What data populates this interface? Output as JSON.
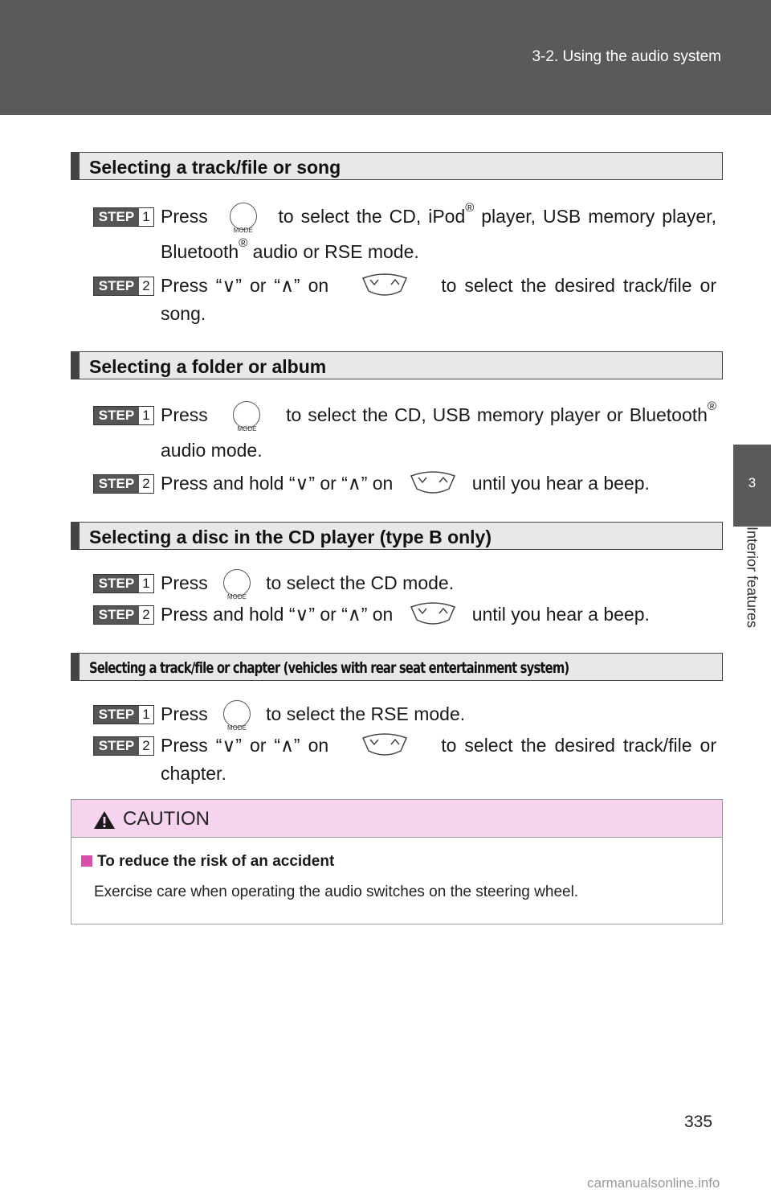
{
  "header": {
    "section": "3-2. Using the audio system"
  },
  "side_tab": {
    "number": "3",
    "label": "Interior features"
  },
  "common": {
    "step": "STEP",
    "press": "Press",
    "on": "on"
  },
  "sections": [
    {
      "title": "Selecting a track/file or song",
      "steps": [
        {
          "num": "1",
          "pre": "to select the CD, iPod",
          "sup": "®",
          "mid": " player, USB memory player, Bluetooth",
          "sup2": "®",
          "post": " audio or RSE mode."
        },
        {
          "num": "2",
          "pre": "Press “∨” or “∧” on",
          "post": "to select the desired track/file or song."
        }
      ]
    },
    {
      "title": "Selecting a folder or album",
      "steps": [
        {
          "num": "1",
          "pre": "to select the CD, USB memory player or Bluetooth",
          "sup": "®",
          "post": " audio mode."
        },
        {
          "num": "2",
          "pre": "Press and hold “∨” or “∧” on",
          "post": "until you hear a beep."
        }
      ]
    },
    {
      "title": "Selecting a disc in the CD player (type B only)",
      "steps": [
        {
          "num": "1",
          "post": "to select the CD mode."
        },
        {
          "num": "2",
          "pre": "Press and hold “∨” or “∧” on",
          "post": "until you hear a beep."
        }
      ]
    },
    {
      "title": "Selecting a track/file or chapter (vehicles with rear seat entertainment system)",
      "steps": [
        {
          "num": "1",
          "post": "to select the RSE mode."
        },
        {
          "num": "2",
          "pre": "Press “∨” or “∧” on",
          "post": "to select the desired track/file or chapter."
        }
      ]
    }
  ],
  "caution": {
    "title": "CAUTION",
    "subtitle": "To reduce the risk of an accident",
    "body": "Exercise care when operating the audio switches on the steering wheel."
  },
  "page_number": "335",
  "watermark": "carmanualsonline.info"
}
